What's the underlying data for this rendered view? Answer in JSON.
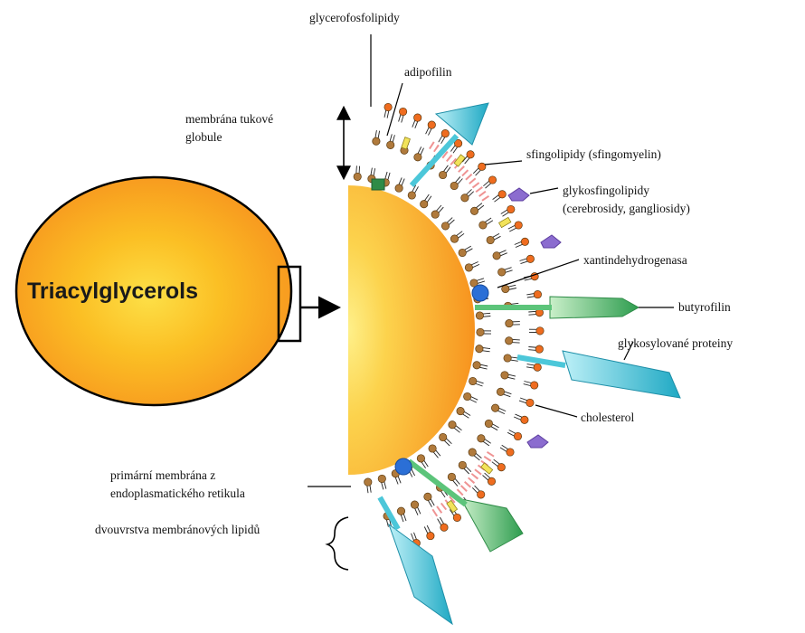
{
  "core_title": "Triacylglycerols",
  "labels": {
    "glycerophospholipids": "glycerofosfolipidy",
    "adipophilin": "adipofilin",
    "membrane_line1": "membrána tukové",
    "membrane_line2": "globule",
    "sphingolipids": "sfingolipidy (sfingomyelin)",
    "glycosphingolipids_line1": "glykosfingolipidy",
    "glycosphingolipids_line2": "(cerebrosidy, gangliosidy)",
    "xanthine": "xantindehydrogenasa",
    "butyrophilin": "butyrofilin",
    "glycoproteins": "glykosylované proteiny",
    "cholesterol": "cholesterol",
    "primary_line1": "primární membrána z",
    "primary_line2": "endoplasmatického retikula",
    "bilayer": "dvouvrstva membránových lipidů"
  },
  "colors": {
    "core_outer": "#f7931e",
    "core_inner": "#fde047",
    "head_brown": "#b07a3c",
    "head_orange": "#ef6c1f",
    "protein_cyan": "#4cc7d9",
    "protein_green": "#5cc47a",
    "protein_violet": "#8b6ccf",
    "protein_blue": "#2b6fd6",
    "cholesterol_yellow": "#f2e35a"
  },
  "icons": [
    "arrow-right-icon",
    "double-arrow-icon",
    "brace-icon"
  ]
}
